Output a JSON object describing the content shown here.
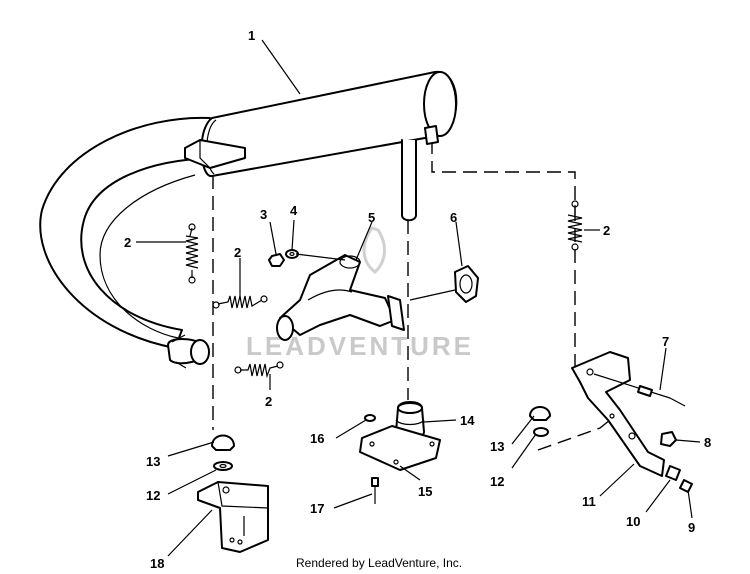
{
  "watermark": "LEADVENTURE",
  "credit": "Rendered by LeadVenture, Inc.",
  "callouts": {
    "c1": "1",
    "c2a": "2",
    "c2b": "2",
    "c2c": "2",
    "c2d": "2",
    "c3": "3",
    "c4": "4",
    "c5": "5",
    "c6": "6",
    "c7": "7",
    "c8": "8",
    "c9": "9",
    "c10": "10",
    "c11": "11",
    "c12a": "12",
    "c12b": "12",
    "c13a": "13",
    "c13b": "13",
    "c14": "14",
    "c15": "15",
    "c16": "16",
    "c17": "17",
    "c18": "18"
  }
}
